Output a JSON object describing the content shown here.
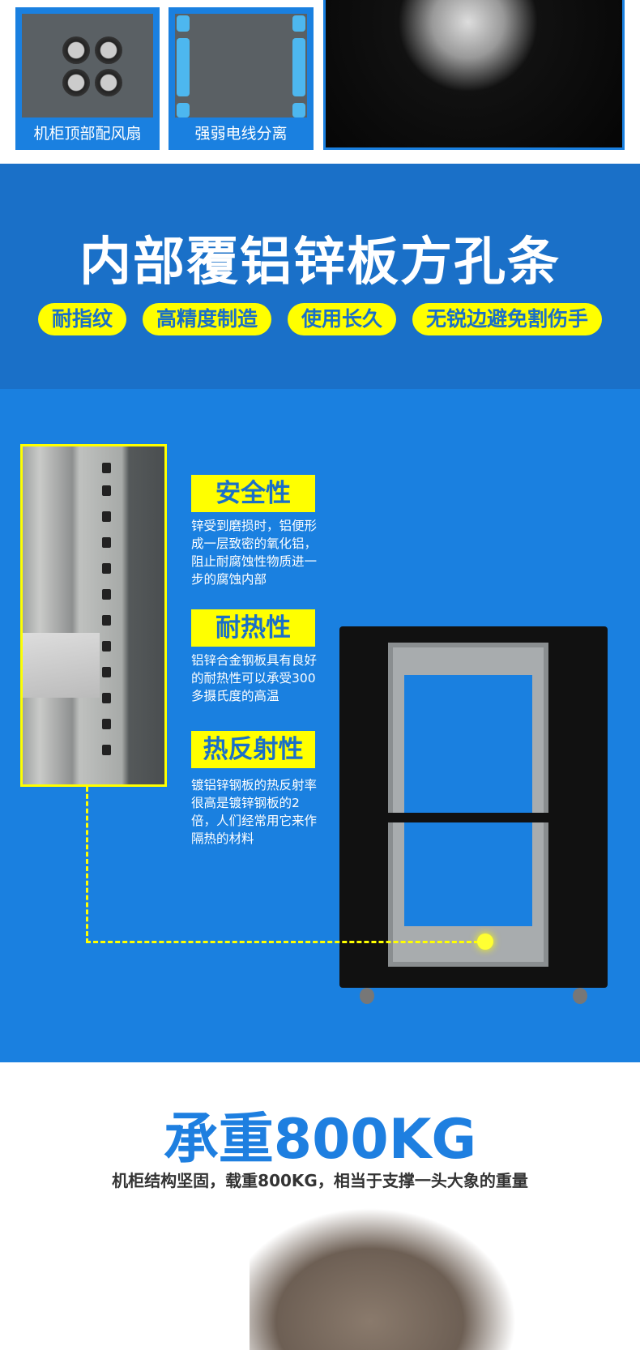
{
  "top_features": [
    {
      "caption": "机柜顶部配风扇"
    },
    {
      "caption": "强弱电线分离"
    }
  ],
  "section_aluminum": {
    "title": "内部覆铝锌板方孔条",
    "tags": [
      "耐指纹",
      "高精度制造",
      "使用长久",
      "无锐边避免割伤手"
    ]
  },
  "properties": [
    {
      "label": "安全性",
      "text": "锌受到磨损时，铝便形成一层致密的氧化铝，阻止耐腐蚀性物质进一步的腐蚀内部"
    },
    {
      "label": "耐热性",
      "text": "铝锌合金钢板具有良好的耐热性可以承受300多摄氏度的高温"
    },
    {
      "label": "热反射性",
      "text": "镀铝锌钢板的热反射率很高是镀锌钢板的2倍，人们经常用它来作隔热的材料"
    }
  ],
  "load": {
    "title": "承重800KG",
    "subtitle": "机柜结构坚固，载重800KG，相当于支撑一头大象的重量"
  },
  "colors": {
    "blue_dark": "#1a70c8",
    "blue": "#1a80e0",
    "yellow": "#ffff00",
    "title_blue": "#1e7fe0"
  }
}
